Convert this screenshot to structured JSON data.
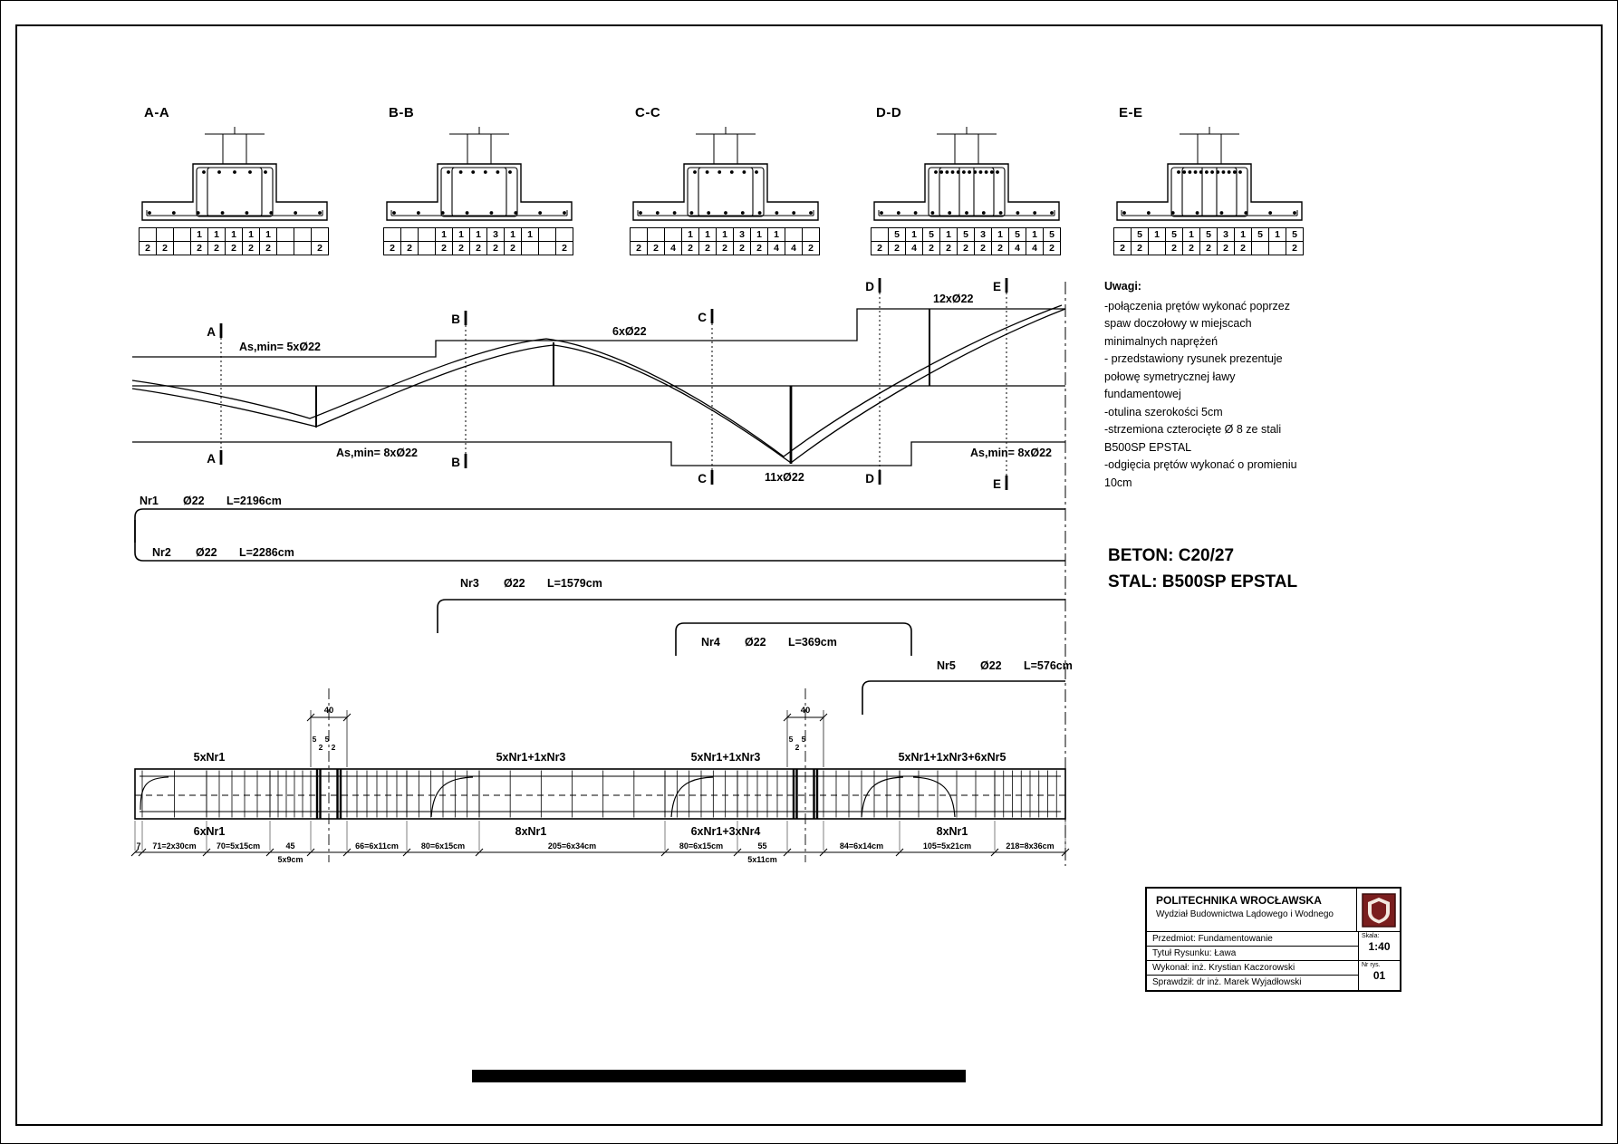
{
  "sections": [
    {
      "label": "A-A",
      "row1": [
        "",
        "",
        "",
        "1",
        "1",
        "1",
        "1",
        "1",
        "",
        "",
        ""
      ],
      "row2": [
        "2",
        "2",
        "",
        "2",
        "2",
        "2",
        "2",
        "2",
        "",
        "",
        "2"
      ]
    },
    {
      "label": "B-B",
      "row1": [
        "",
        "",
        "",
        "1",
        "1",
        "1",
        "3",
        "1",
        "1",
        "",
        ""
      ],
      "row2": [
        "2",
        "2",
        "",
        "2",
        "2",
        "2",
        "2",
        "2",
        "",
        "",
        "2"
      ]
    },
    {
      "label": "C-C",
      "row1": [
        "",
        "",
        "",
        "1",
        "1",
        "1",
        "3",
        "1",
        "1",
        "",
        ""
      ],
      "row2": [
        "2",
        "2",
        "4",
        "2",
        "2",
        "2",
        "2",
        "2",
        "4",
        "4",
        "2"
      ]
    },
    {
      "label": "D-D",
      "row1": [
        "",
        "5",
        "1",
        "5",
        "1",
        "5",
        "3",
        "1",
        "5",
        "1",
        "5"
      ],
      "row2": [
        "2",
        "2",
        "4",
        "2",
        "2",
        "2",
        "2",
        "2",
        "4",
        "4",
        "2"
      ]
    },
    {
      "label": "E-E",
      "row1": [
        "",
        "5",
        "1",
        "5",
        "1",
        "5",
        "3",
        "1",
        "5",
        "1",
        "5"
      ],
      "row2": [
        "2",
        "2",
        "",
        "2",
        "2",
        "2",
        "2",
        "2",
        "",
        "",
        "2"
      ]
    }
  ],
  "elevation": {
    "top_labels": [
      "As,min= 5xØ22",
      "6xØ22",
      "12xØ22"
    ],
    "bottom_labels": [
      "As,min= 8xØ22",
      "11xØ22",
      "As,min= 8xØ22"
    ],
    "markers": [
      "A",
      "B",
      "C",
      "D",
      "E"
    ]
  },
  "bars": [
    {
      "name": "Nr1",
      "dia": "Ø22",
      "len": "L=2196cm"
    },
    {
      "name": "Nr2",
      "dia": "Ø22",
      "len": "L=2286cm"
    },
    {
      "name": "Nr3",
      "dia": "Ø22",
      "len": "L=1579cm"
    },
    {
      "name": "Nr4",
      "dia": "Ø22",
      "len": "L=369cm"
    },
    {
      "name": "Nr5",
      "dia": "Ø22",
      "len": "L=576cm"
    }
  ],
  "notes": {
    "title": "Uwagi:",
    "lines": [
      "-połączenia prętów wykonać poprzez",
      "spaw doczołowy w miejscach",
      "minimalnych naprężeń",
      "- przedstawiony rysunek prezentuje",
      "połowę symetrycznej ławy",
      "fundamentowej",
      "-otulina szerokości 5cm",
      "-strzemiona czterocięte Ø 8 ze stali",
      "B500SP EPSTAL",
      "-odgięcia prętów wykonać o promieniu",
      "10cm"
    ]
  },
  "materials": {
    "beton": "BETON: C20/27",
    "stal": "STAL: B500SP EPSTAL"
  },
  "beam": {
    "top_labels": [
      "5xNr1",
      "5xNr1+1xNr3",
      "5xNr1+1xNr3",
      "5xNr1+1xNr3+6xNr5"
    ],
    "bottom_labels": [
      "6xNr1",
      "8xNr1",
      "6xNr1+3xNr4",
      "8xNr1"
    ],
    "dims": [
      "7",
      "71=2x30cm",
      "70=5x15cm",
      "45|5x9cm",
      "66=6x11cm",
      "80=6x15cm",
      "205=6x34cm",
      "80=6x15cm",
      "55|5x11cm",
      "84=6x14cm",
      "105=5x21cm",
      "218=8x36cm"
    ],
    "gap_dims": [
      {
        "total": "40",
        "subs": [
          "5",
          "2",
          "5",
          "2"
        ]
      },
      {
        "total": "40",
        "subs": [
          "5",
          "2",
          "5"
        ]
      }
    ]
  },
  "titleblock": {
    "org": "POLITECHNIKA WROCŁAWSKA",
    "dept": "Wydział Budownictwa Lądowego i Wodnego",
    "rows": [
      {
        "label": "Przedmiot:",
        "value": "Fundamentowanie"
      },
      {
        "label": "Tytuł Rysunku:",
        "value": "Ława"
      },
      {
        "label": "Wykonał:",
        "value": "inż. Krystian Kaczorowski"
      },
      {
        "label": "Sprawdził:",
        "value": "dr inż. Marek Wyjadłowski"
      }
    ],
    "scale_label": "Skala:",
    "scale": "1:40",
    "nr_label": "Nr rys.",
    "nr": "01"
  }
}
